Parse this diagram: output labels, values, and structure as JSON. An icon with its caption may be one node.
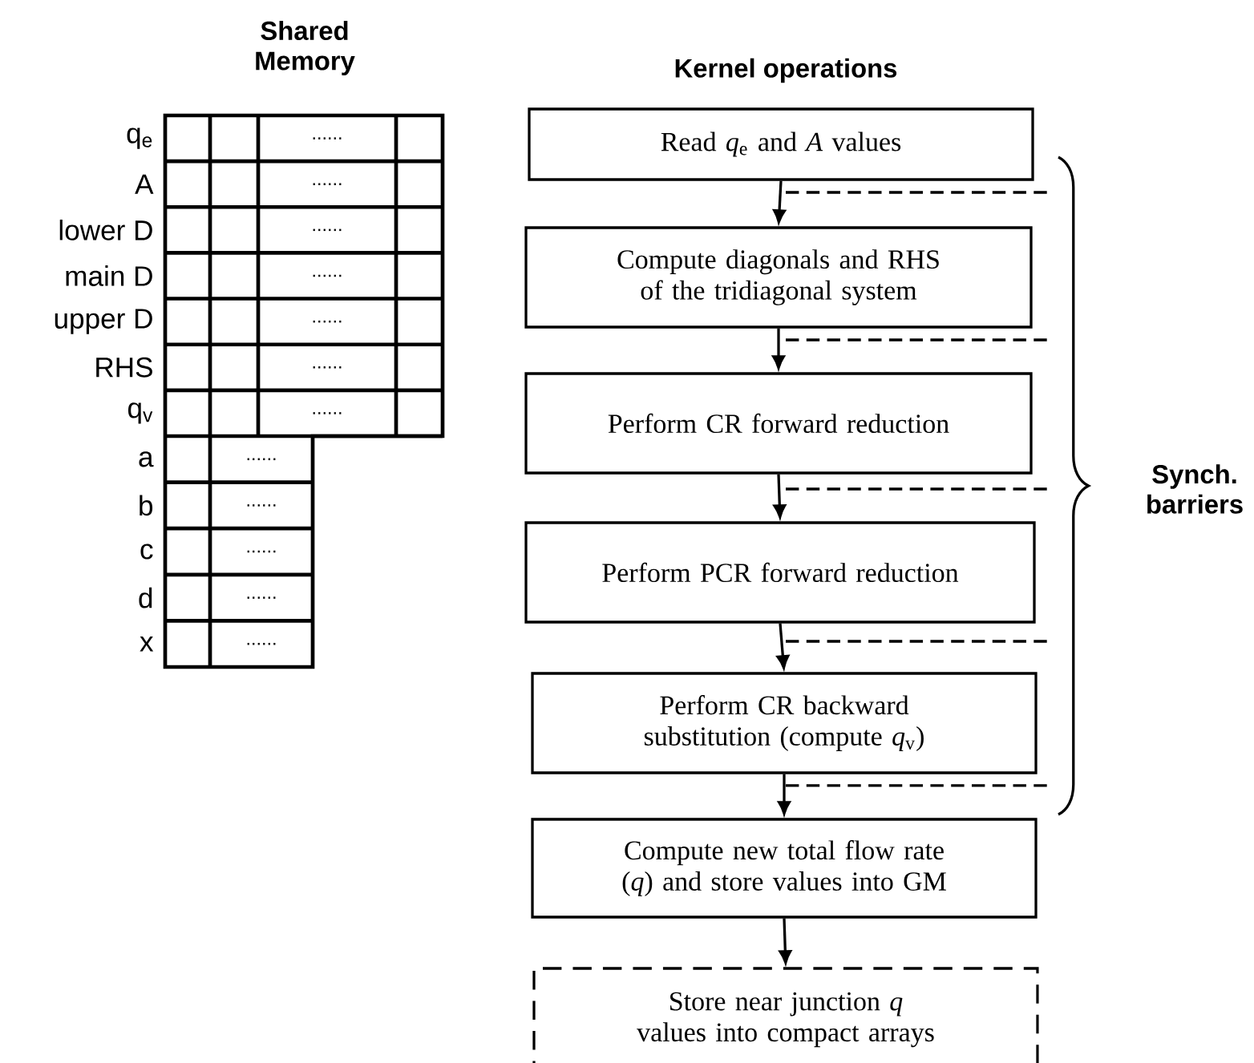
{
  "diagram": {
    "nodes": [
      {
        "text": [
          "Read *q*$_{e}$ and *A* values"
        ]
      },
      {
        "text": [
          "Compute diagonals and RHS of the tridiagonal system"
        ]
      },
      {
        "text": [
          "Perform CR forward reduction"
        ]
      },
      {
        "text": [
          "Perform PCR forward reduction"
        ]
      },
      {
        "text": [
          "Perform CR backward substitution (compute *q*$_{v}$)"
        ]
      },
      {
        "text": [
          "Compute new total flow rate (*q*) and store values into GM"
        ]
      },
      {
        "text": [
          "Store near junction *q* values into compact arrays"
        ]
      }
    ],
    "edges": [
      {
        "from": 0,
        "to": 1,
        "arrow": "to"
      },
      {
        "from": 1,
        "to": 2,
        "arrow": "to"
      },
      {
        "from": 2,
        "to": 3,
        "arrow": "to"
      },
      {
        "from": 3,
        "to": 4,
        "arrow": "to"
      },
      {
        "from": 4,
        "to": 5,
        "arrow": "to"
      },
      {
        "from": 5,
        "to": 6,
        "arrow": "to"
      }
    ],
    "labels": [
      "Shared Memory",
      "Kernel operations",
      "q$_{e}$",
      "......",
      "A",
      "......",
      "lower D",
      "......",
      "main D",
      "......",
      "upper D",
      "......",
      "RHS",
      "......",
      "q$_{v}$",
      "......",
      "a",
      "......",
      "b",
      "......",
      "c",
      "......",
      "d",
      "......",
      "x",
      "......",
      "Synch. barriers"
    ]
  }
}
